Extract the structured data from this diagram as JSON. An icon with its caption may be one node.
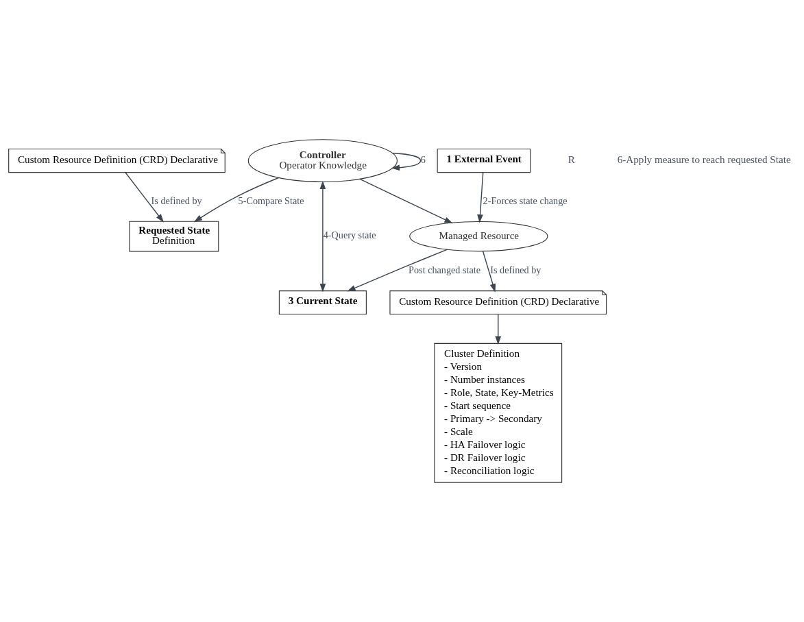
{
  "diagram": {
    "nodes": [
      {
        "text": [
          "Custom Resource Definition (CRD) Declarative"
        ]
      },
      {
        "text": [
          "Requested State",
          "Definition"
        ]
      },
      {
        "text": [
          "Controller",
          "Operator Knowledge"
        ]
      },
      {
        "text": [
          "3 Current State"
        ]
      },
      {
        "text": [
          "Managed Resource"
        ]
      },
      {
        "text": [
          "1 External Event"
        ]
      },
      {
        "text": [
          "Cluster Definition",
          "- Version",
          "- Number instances",
          "- Role, State, Key-Metrics",
          "- Start sequence",
          "- Primary -> Secondary",
          "- Scale",
          "- HA Failover logic",
          "- DR Failover logic",
          "- Reconciliation logic"
        ]
      },
      {
        "text": [
          "Custom Resource Definition (CRD) Declarative"
        ]
      }
    ],
    "edges": [
      {
        "from": 0,
        "to": 1,
        "arrow": "to",
        "label": "Is defined by"
      },
      {
        "from": 2,
        "to": 1,
        "arrow": "to",
        "label": "5-Compare State"
      },
      {
        "from": 3,
        "to": 2,
        "arrow": "both",
        "label": "4-Query state"
      },
      {
        "from": 4,
        "to": 3,
        "arrow": "to",
        "label": "Post changed state"
      },
      {
        "from": 5,
        "to": 4,
        "arrow": "to",
        "label": "2-Forces state change"
      },
      {
        "from": 2,
        "to": 4,
        "arrow": "to"
      },
      {
        "from": 2,
        "to": 2,
        "arrow": "to",
        "label": "6"
      },
      {
        "from": 4,
        "to": 7,
        "arrow": "to",
        "label": "Is defined by"
      },
      {
        "from": 7,
        "to": 6,
        "arrow": "to"
      }
    ],
    "labels": [
      "R",
      "6-Apply measure to reach requested State"
    ]
  }
}
